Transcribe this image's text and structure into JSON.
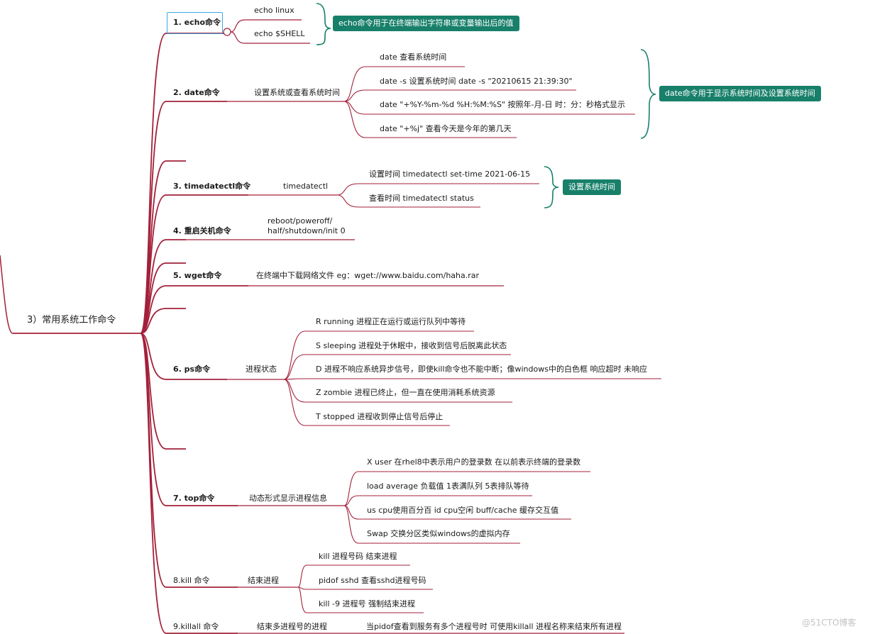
{
  "root": {
    "label": "3）常用系统工作命令"
  },
  "colors": {
    "branch": "#a3203a",
    "bracket": "#18806a",
    "callout_bg": "#18806a",
    "selection": "#38a8e6"
  },
  "nodes": {
    "echo": {
      "label": "1. echo命令"
    },
    "echo_c1": {
      "label": "echo linux"
    },
    "echo_c2": {
      "label": "echo $SHELL"
    },
    "echo_note": {
      "label": "echo命令用于在终端输出字符串或变量输出后的值"
    },
    "date": {
      "label": "2. date命令"
    },
    "date_mid": {
      "label": "设置系统或查看系统时间"
    },
    "date_c1": {
      "label": "date  查看系统时间"
    },
    "date_c2": {
      "label": "date -s 设置系统时间    date -s \"20210615 21:39:30\""
    },
    "date_c3": {
      "label": "date \"+%Y-%m-%d %H:%M:%S\"  按照年-月-日 时：分：秒格式显示"
    },
    "date_c4": {
      "label": "date \"+%j\"  查看今天是今年的第几天"
    },
    "date_note": {
      "label": "date命令用于显示系统时间及设置系统时间"
    },
    "tdc": {
      "label": "3. timedatectl命令"
    },
    "tdc_mid": {
      "label": "timedatectl"
    },
    "tdc_c1": {
      "label": "设置时间 timedatectl set-time 2021-06-15"
    },
    "tdc_c2": {
      "label": "查看时间 timedatectl status"
    },
    "tdc_note": {
      "label": "设置系统时间"
    },
    "reboot": {
      "label": "4. 重启关机命令"
    },
    "reboot_mid_l1": {
      "label": "reboot/poweroff/"
    },
    "reboot_mid_l2": {
      "label": "half/shutdown/init 0"
    },
    "wget": {
      "label": "5. wget命令"
    },
    "wget_mid": {
      "label": "在终端中下载网络文件 eg：wget://www.baidu.com/haha.rar"
    },
    "ps": {
      "label": "6. ps命令"
    },
    "ps_mid": {
      "label": "进程状态"
    },
    "ps_c1": {
      "label": "R running 进程正在运行或运行队列中等待"
    },
    "ps_c2": {
      "label": " S sleeping 进程处于休眠中，接收到信号后脱离此状态"
    },
    "ps_c3": {
      "label": "D  进程不响应系统异步信号，即使kill命令也不能中断；像windows中的白色框 响应超时 未响应"
    },
    "ps_c4": {
      "label": "Z zombie 进程已终止，但一直在使用消耗系统资源"
    },
    "ps_c5": {
      "label": "T stopped 进程收到停止信号后停止"
    },
    "top": {
      "label": "7. top命令"
    },
    "top_mid": {
      "label": "动态形式显示进程信息"
    },
    "top_c1": {
      "label": "X user 在rhel8中表示用户的登录数 在以前表示终端的登录数"
    },
    "top_c2": {
      "label": "load average 负载值 1表满队列  5表排队等待"
    },
    "top_c3": {
      "label": "us  cpu使用百分百  id cpu空闲   buff/cache 缓存交互值"
    },
    "top_c4": {
      "label": "Swap 交换分区类似windows的虚拟内存"
    },
    "kill": {
      "label": "8.kill 命令"
    },
    "kill_mid": {
      "label": "结束进程"
    },
    "kill_c1": {
      "label": "kill 进程号码    结束进程"
    },
    "kill_c2": {
      "label": "pidof sshd    查看sshd进程号码"
    },
    "kill_c3": {
      "label": "kill -9 进程号  强制结束进程"
    },
    "killall": {
      "label": "9.killall 命令"
    },
    "killall_mid": {
      "label": "结束多进程号的进程"
    },
    "killall_c1": {
      "label": "当pidof查看到服务有多个进程号时  可使用killall 进程名称来结束所有进程"
    }
  },
  "watermark": {
    "label": "@51CTO博客"
  }
}
